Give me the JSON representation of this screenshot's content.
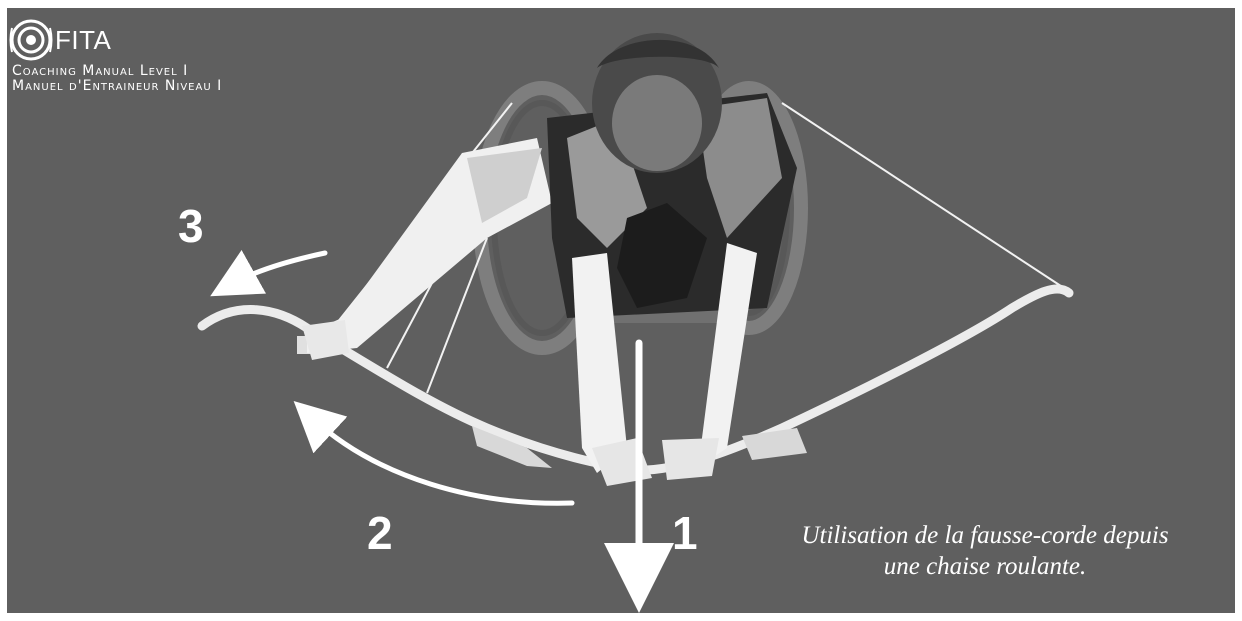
{
  "logo": {
    "title": "FITA",
    "line1": "Coaching Manual Level I",
    "line2": "Manuel d'Entraineur Niveau I"
  },
  "numbers": {
    "n1": "1",
    "n2": "2",
    "n3": "3"
  },
  "caption": {
    "line1": "Utilisation de la fausse-corde depuis",
    "line2": "une chaise roulante."
  },
  "colors": {
    "background": "#5f5f5f",
    "frame": "#ffffff",
    "text": "#ffffff"
  }
}
